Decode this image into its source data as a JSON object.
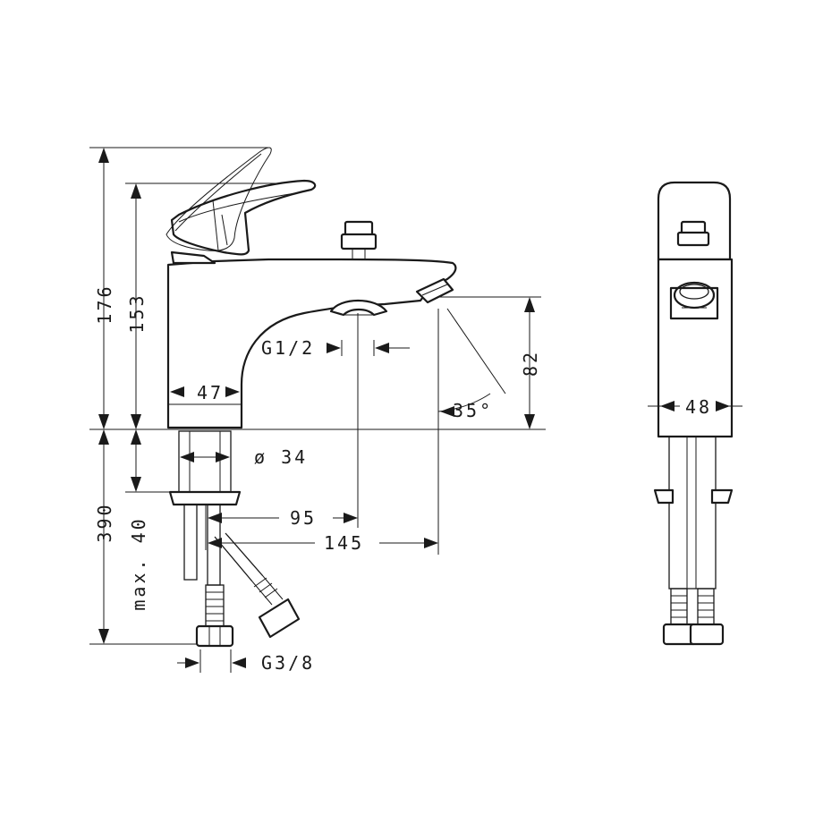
{
  "dimensions": {
    "total_height": "176",
    "body_height": "153",
    "body_width": "47",
    "inlet_thread": "G1/2",
    "spout_height": "82",
    "spout_angle": "35°",
    "front_width": "48",
    "shank_diameter": "ø 34",
    "below_deck_length": "390",
    "max_deck_thickness": "max. 40",
    "center_to_diverter": "95",
    "center_to_spout": "145",
    "hose_thread": "G3/8"
  }
}
